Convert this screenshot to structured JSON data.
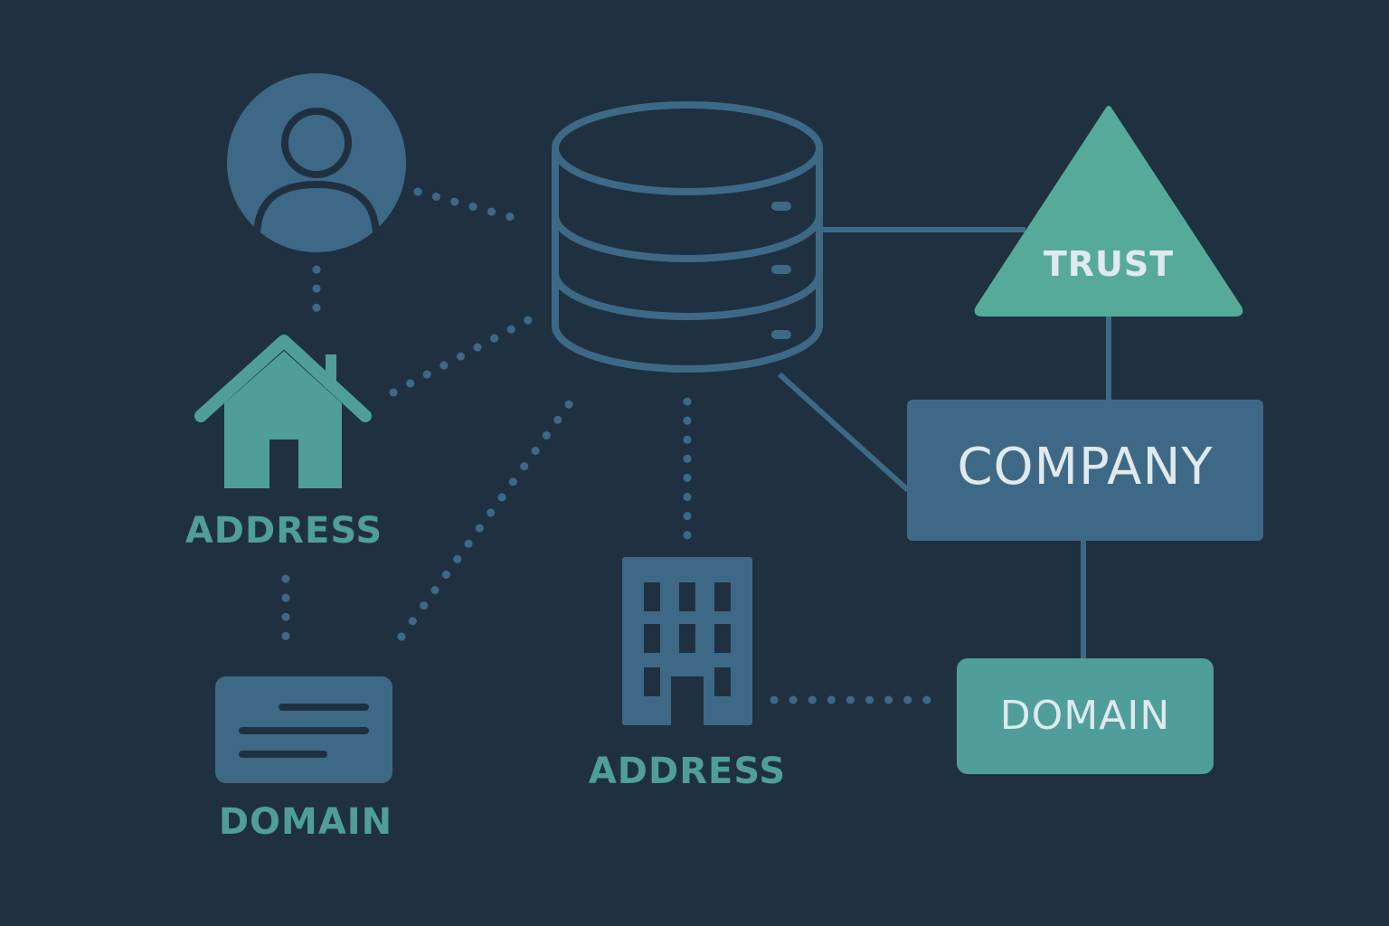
{
  "colors": {
    "background": "#1f3140",
    "steel_blue": "#3e6986",
    "teal": "#4f9e9c",
    "teal_bright": "#56aa9a",
    "text_light": "#dfe9ee"
  },
  "nodes": {
    "person": {
      "icon": "user-icon"
    },
    "database": {
      "icon": "database-icon"
    },
    "house": {
      "icon": "house-icon",
      "label": "ADDRESS"
    },
    "document": {
      "icon": "document-icon",
      "label": "DOMAIN"
    },
    "building": {
      "icon": "building-icon",
      "label": "ADDRESS"
    },
    "trust": {
      "icon": "triangle-icon",
      "label": "TRUST"
    },
    "company": {
      "label": "COMPANY"
    },
    "domain_box": {
      "label": "DOMAIN"
    }
  },
  "edges": [
    {
      "from": "person",
      "to": "database",
      "style": "dotted"
    },
    {
      "from": "person",
      "to": "house",
      "style": "dotted"
    },
    {
      "from": "house",
      "to": "database",
      "style": "dotted"
    },
    {
      "from": "house",
      "to": "document",
      "style": "dotted"
    },
    {
      "from": "document",
      "to": "database",
      "style": "dotted"
    },
    {
      "from": "database",
      "to": "building",
      "style": "dotted"
    },
    {
      "from": "building",
      "to": "domain_box",
      "style": "dotted"
    },
    {
      "from": "database",
      "to": "trust",
      "style": "solid"
    },
    {
      "from": "database",
      "to": "company",
      "style": "solid"
    },
    {
      "from": "trust",
      "to": "company",
      "style": "solid"
    },
    {
      "from": "company",
      "to": "domain_box",
      "style": "solid"
    }
  ]
}
